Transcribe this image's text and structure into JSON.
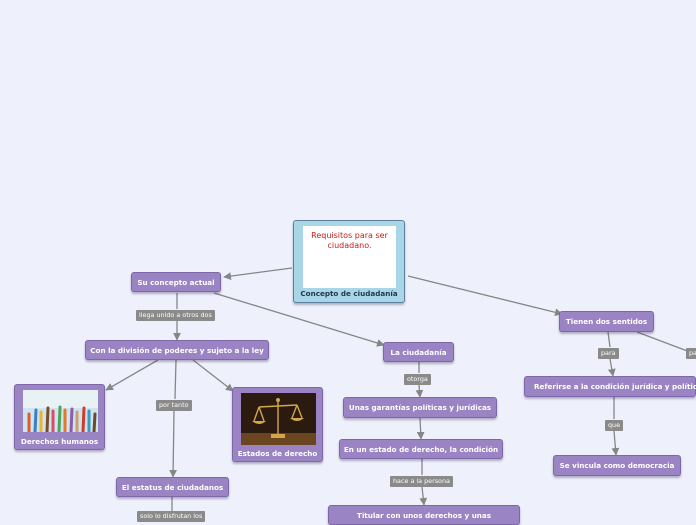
{
  "central": {
    "image_text": "Requisitos para ser ciudadano.",
    "caption": "Concepto de ciudadanía"
  },
  "nodes": {
    "concepto_actual": "Su concepto actual",
    "division_poderes": "Con la división de poderes y sujeto a la ley",
    "derechos_humanos": "Derechos humanos",
    "estados_derecho": "Estados de derecho",
    "estatus_ciudadanos": "El estatus de ciudadanos",
    "la_ciudadania": "La ciudadanía",
    "garantias": "Unas garantías políticas y jurídicas",
    "estado_derecho_condicion": "En un estado de derecho, la condición",
    "titular": "Titular con unos derechos y unas",
    "dos_sentidos": "Tienen dos sentidos",
    "referirse": "Referirse a la condición jurídica y política",
    "democracia": "Se vincula como democracia"
  },
  "labels": {
    "llega_unido": "llega unido a otros dos",
    "por_tanto": "por tanto",
    "solo_disfrutan": "solo lo disfrutan los",
    "otorga": "otorga",
    "hace_persona": "hace a la persona",
    "para": "para",
    "para_right": "pa",
    "que": "que"
  },
  "colors": {
    "background": "#eef1fb",
    "node": "#9b84c3",
    "central": "#a9d6e7",
    "connector": "#868686",
    "label": "#8a8a8a"
  }
}
